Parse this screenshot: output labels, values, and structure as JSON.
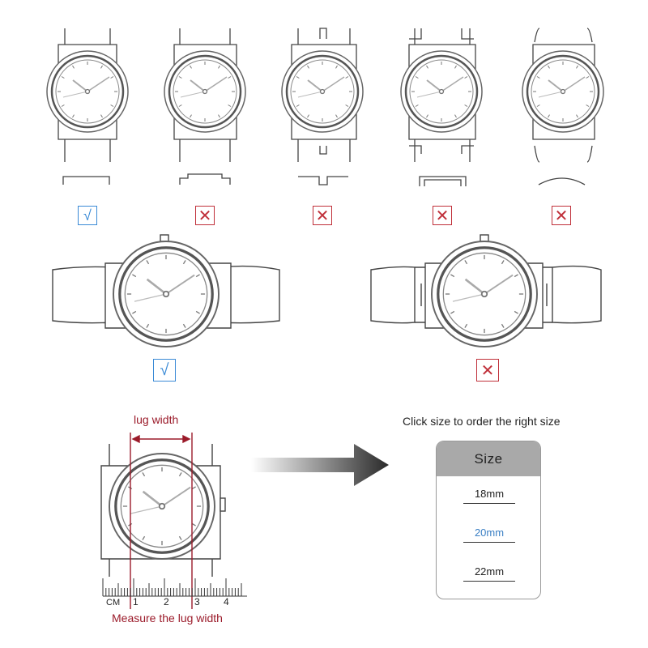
{
  "marks": {
    "top_row": [
      "√",
      "✕",
      "✕",
      "✕",
      "✕"
    ],
    "middle_row": [
      "√",
      "✕"
    ]
  },
  "measure": {
    "lug_label": "lug width",
    "bottom_label": "Measure the lug width",
    "ruler_unit": "CM",
    "ruler_numbers": [
      "1",
      "2",
      "3",
      "4"
    ]
  },
  "order": {
    "instruction": "Click size to order the right size",
    "header": "Size",
    "sizes": [
      {
        "label": "18mm",
        "selected": false
      },
      {
        "label": "20mm",
        "selected": true
      },
      {
        "label": "22mm",
        "selected": false
      }
    ]
  },
  "colors": {
    "ok": "#3a8ad6",
    "wrong": "#c0303a",
    "measure": "#9b1b2a",
    "selected_size": "#3a7fc4",
    "panel_header": "#a9a9a9"
  }
}
